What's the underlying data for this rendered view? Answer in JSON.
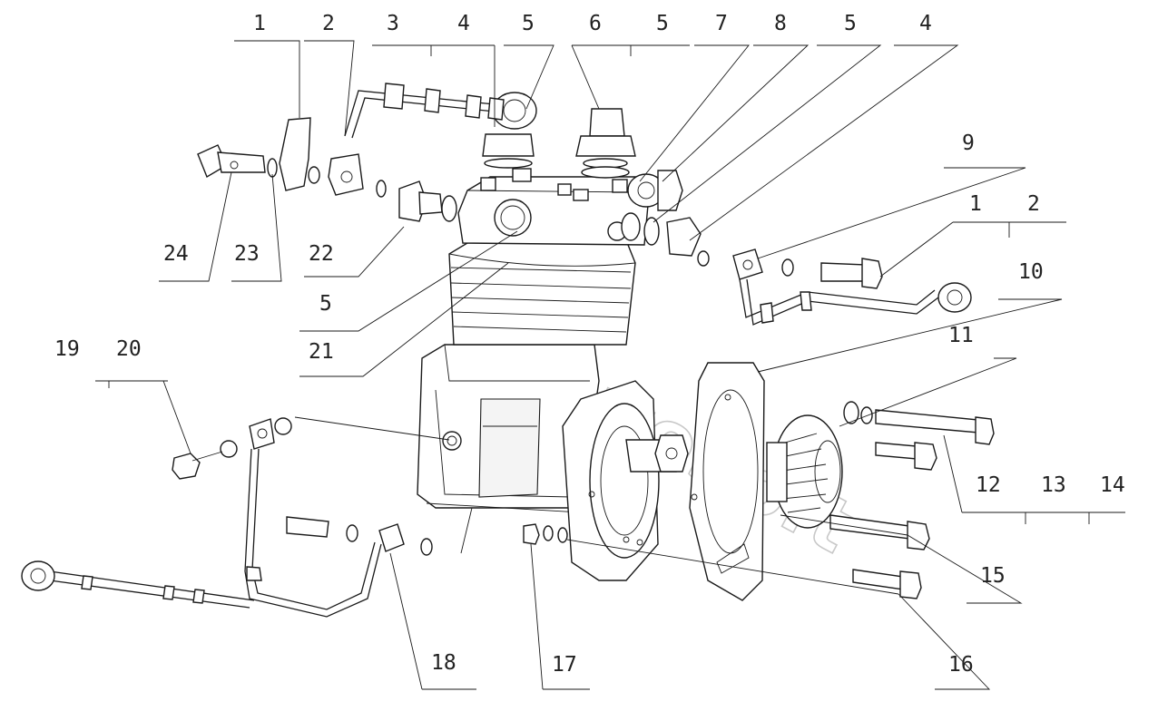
{
  "diagram": {
    "watermark": "AutoSoft",
    "callouts": [
      {
        "id": "c-1-top",
        "text": "1"
      },
      {
        "id": "c-2-top",
        "text": "2"
      },
      {
        "id": "c-3",
        "text": "3"
      },
      {
        "id": "c-4-top",
        "text": "4"
      },
      {
        "id": "c-5-a",
        "text": "5"
      },
      {
        "id": "c-6",
        "text": "6"
      },
      {
        "id": "c-5-b",
        "text": "5"
      },
      {
        "id": "c-7",
        "text": "7"
      },
      {
        "id": "c-8",
        "text": "8"
      },
      {
        "id": "c-5-c",
        "text": "5"
      },
      {
        "id": "c-4-right",
        "text": "4"
      },
      {
        "id": "c-9",
        "text": "9"
      },
      {
        "id": "c-1-right",
        "text": "1"
      },
      {
        "id": "c-2-right",
        "text": "2"
      },
      {
        "id": "c-10",
        "text": "10"
      },
      {
        "id": "c-11",
        "text": "11"
      },
      {
        "id": "c-12",
        "text": "12"
      },
      {
        "id": "c-13",
        "text": "13"
      },
      {
        "id": "c-14",
        "text": "14"
      },
      {
        "id": "c-15",
        "text": "15"
      },
      {
        "id": "c-16",
        "text": "16"
      },
      {
        "id": "c-17",
        "text": "17"
      },
      {
        "id": "c-18",
        "text": "18"
      },
      {
        "id": "c-19",
        "text": "19"
      },
      {
        "id": "c-20",
        "text": "20"
      },
      {
        "id": "c-21",
        "text": "21"
      },
      {
        "id": "c-5-left",
        "text": "5"
      },
      {
        "id": "c-22",
        "text": "22"
      },
      {
        "id": "c-23",
        "text": "23"
      },
      {
        "id": "c-24",
        "text": "24"
      }
    ]
  }
}
